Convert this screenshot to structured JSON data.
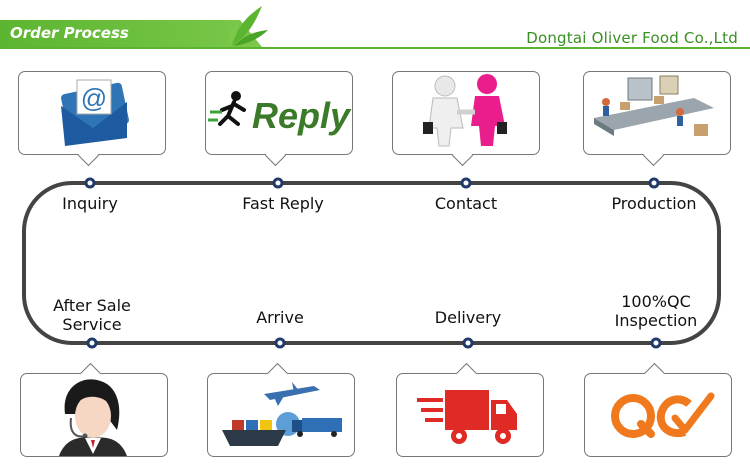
{
  "header": {
    "title": "Order Process",
    "company": "Dongtai Oliver Food Co.,Ltd"
  },
  "steps": {
    "inquiry": "Inquiry",
    "fast_reply": "Fast Reply",
    "contact": "Contact",
    "production": "Production",
    "after_sale_1": "After Sale",
    "after_sale_2": "Service",
    "arrive": "Arrive",
    "delivery": "Delivery",
    "qc_1": "100%QC",
    "qc_2": "Inspection"
  },
  "icons": {
    "reply_word": "Reply",
    "qc_letters": "QC",
    "email_symbol": "@"
  },
  "colors": {
    "accent": "#5cb531",
    "company": "#3a8f22",
    "loop": "#444444",
    "dot": "#1f3a6b"
  }
}
